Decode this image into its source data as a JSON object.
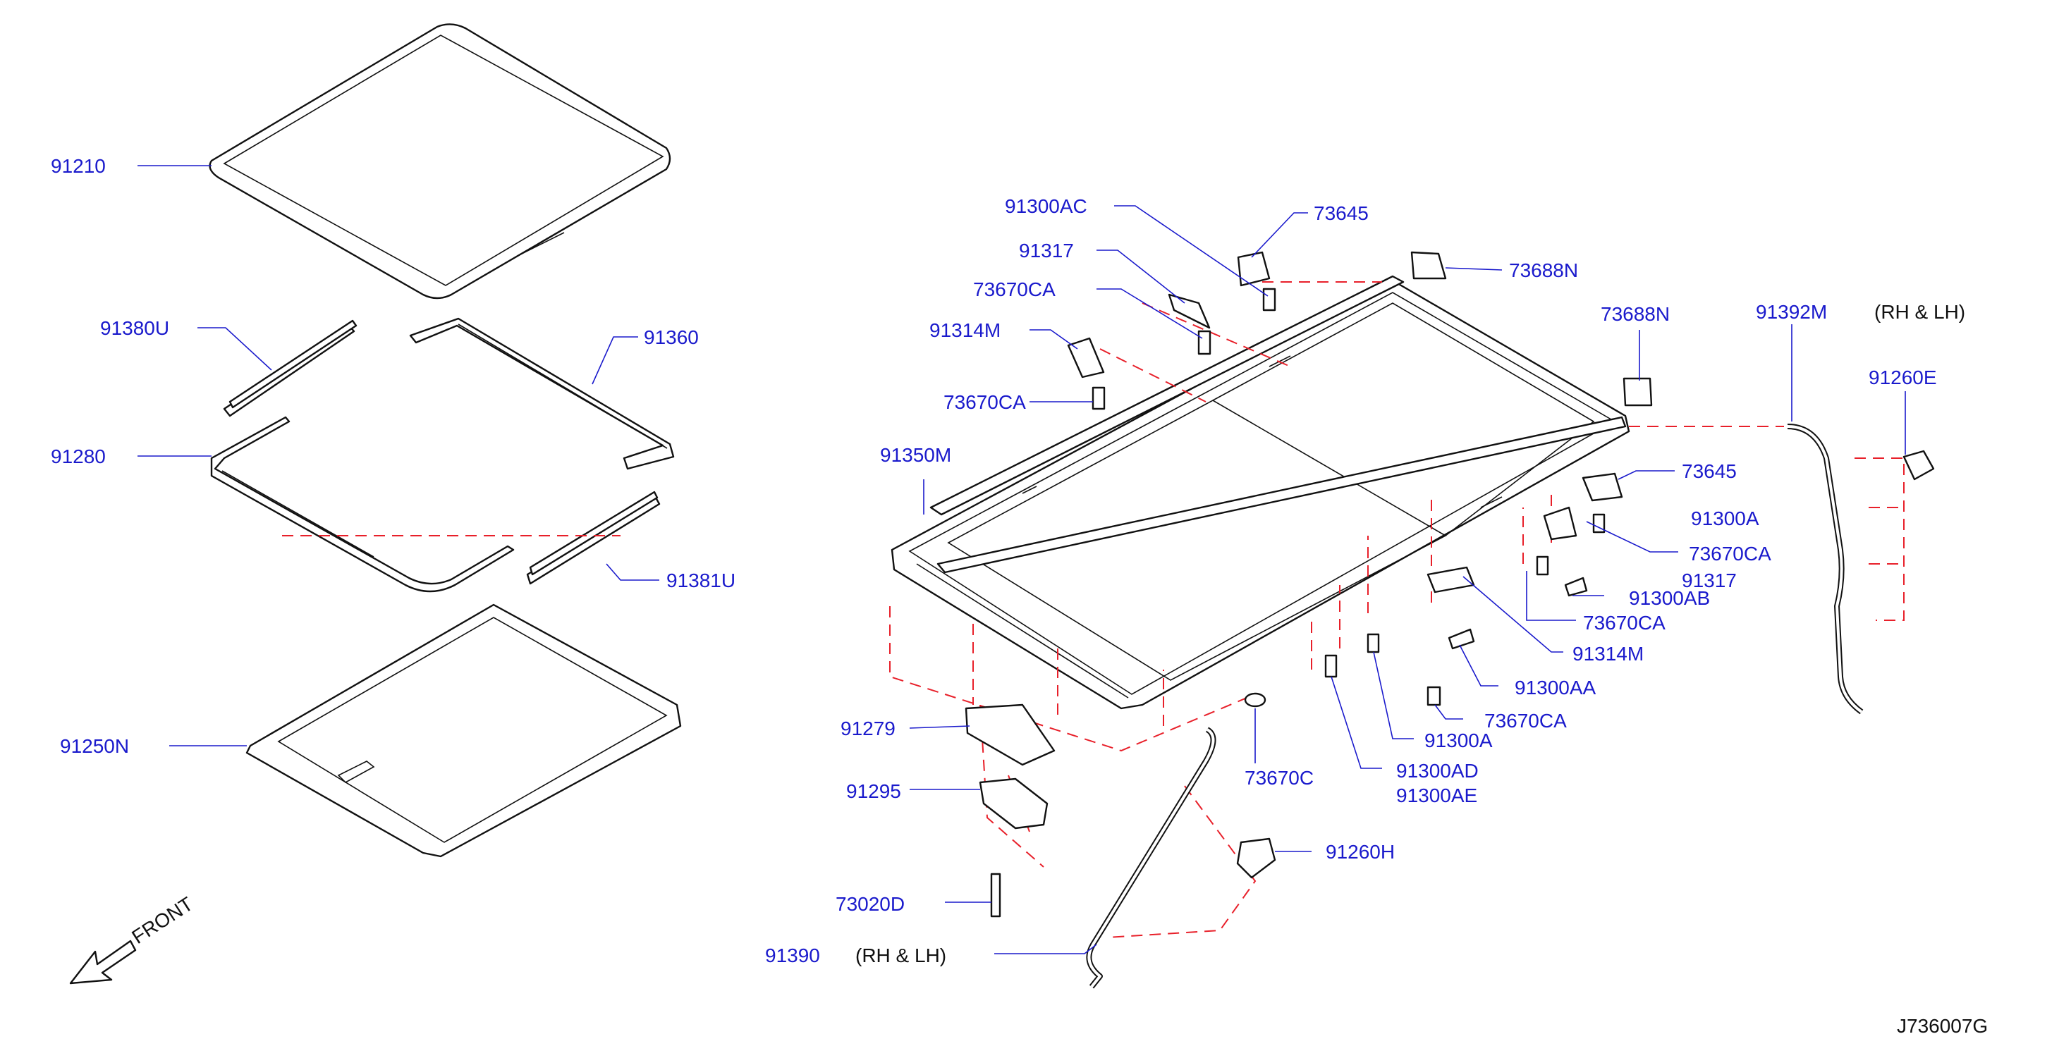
{
  "diagram_id": "J736007G",
  "front_label": "FRONT",
  "labels": {
    "p91210": "91210",
    "p91380U": "91380U",
    "p91360": "91360",
    "p91280": "91280",
    "p91381U": "91381U",
    "p91250N": "91250N",
    "p91300AC": "91300AC",
    "p73645a": "73645",
    "p91317a": "91317",
    "p73670CAa": "73670CA",
    "p91314Ma": "91314M",
    "p73670CAb": "73670CA",
    "p73688Na": "73688N",
    "p73688Nb": "73688N",
    "p91392M": "91392M",
    "p91392M_side": "(RH   &   LH)",
    "p91260E": "91260E",
    "p91350M": "91350M",
    "p73645b": "73645",
    "p91300AX": "91300A",
    "p73670CAx": "73670CA",
    "p91317b": "91317",
    "p91300AB": "91300AB",
    "p73670CAc": "73670CA",
    "p91314Mb": "91314M",
    "p91300AA": "91300AA",
    "p73670CAd": "73670CA",
    "p91300A": "91300A",
    "p91300AD": "91300AD",
    "p91300AE": "91300AE",
    "p73670C": "73670C",
    "p91279": "91279",
    "p91295": "91295",
    "p91260H": "91260H",
    "p73020D": "73020D",
    "p91390": "91390",
    "p91390_side": "(RH   &   LH)"
  }
}
